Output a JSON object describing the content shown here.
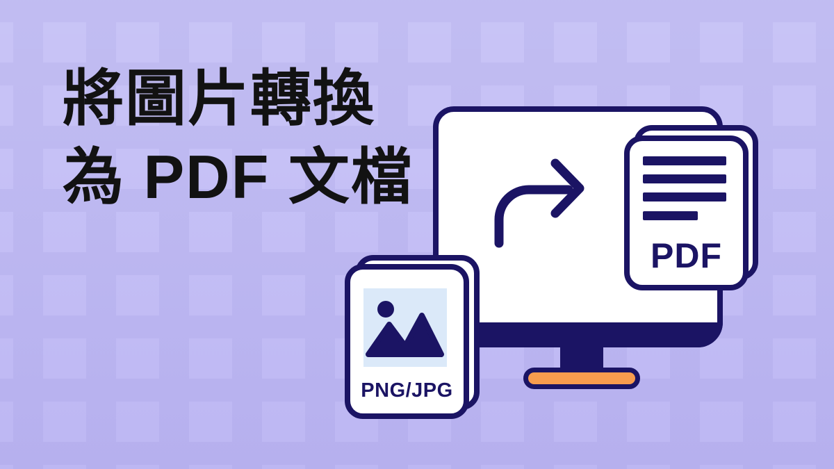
{
  "banner": {
    "title": {
      "line1": "將圖片轉換",
      "line2": "為 PDF 文檔"
    },
    "illustration": {
      "pdf_file_label": "PDF",
      "image_file_label": "PNG/JPG",
      "pdf_text_line_count": 4
    },
    "colors": {
      "background": "#beb9f1",
      "pattern_square": "#c6c1f6",
      "outline_navy": "#1b1464",
      "title_text": "#121212",
      "stand_base_orange": "#f89c4e",
      "thumbnail_blue": "#dbe9f9",
      "page_white": "#ffffff"
    }
  }
}
